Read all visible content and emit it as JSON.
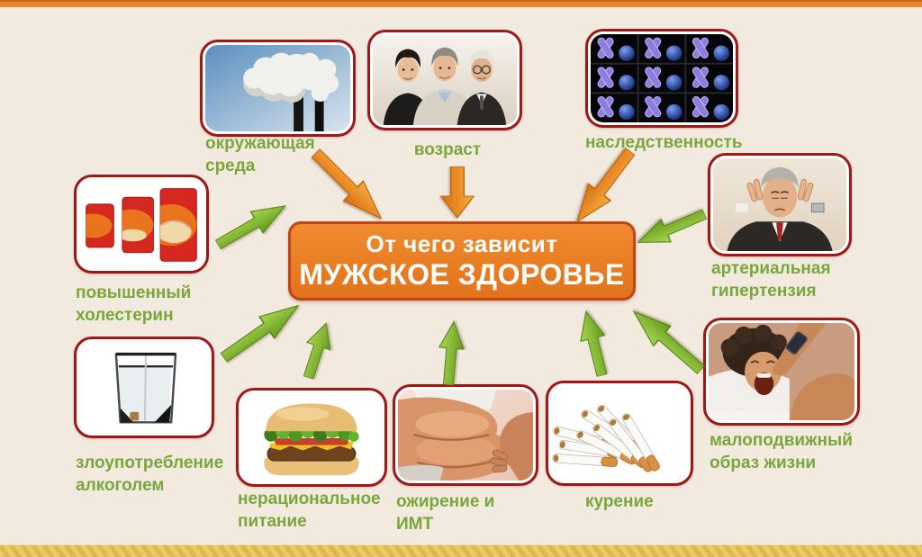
{
  "title": {
    "line1": "От чего зависит",
    "line2": "МУЖСКОЕ ЗДОРОВЬЕ"
  },
  "colors": {
    "background": "#F2EADF",
    "top_bar": "#E8872A",
    "bottom_bar": "#DDB84B",
    "label_green": "#7AA73C",
    "frame_red": "#9E1818",
    "center_box_orange": "#E8801F",
    "center_box_border": "#BF4517",
    "center_text": "#FFFFFF",
    "arrow_orange": "#EE8A1E",
    "arrow_green": "#84B832"
  },
  "factors": [
    {
      "id": "environment",
      "label": "окружающая среда",
      "image": "smokestacks-pollution-photo",
      "arrow_color": "orange"
    },
    {
      "id": "age",
      "label": "возраст",
      "image": "three-generations-men-photo",
      "arrow_color": "orange"
    },
    {
      "id": "heredity",
      "label": "наследственность",
      "image": "chromosomes-photo",
      "arrow_color": "orange"
    },
    {
      "id": "cholesterol",
      "label": "повышенный холестерин",
      "image": "artery-cross-sections-photo",
      "arrow_color": "green"
    },
    {
      "id": "hypertension",
      "label": "артериальная гипертензия",
      "image": "man-holding-temples-photo",
      "arrow_color": "green"
    },
    {
      "id": "alcohol",
      "label": "злоупотребление алкоголем",
      "image": "glass-of-alcohol-photo",
      "arrow_color": "green"
    },
    {
      "id": "nutrition",
      "label": "нерациональное питание",
      "image": "hamburger-photo",
      "arrow_color": "green"
    },
    {
      "id": "obesity",
      "label": "ожирение и ИМТ",
      "image": "overweight-belly-photo",
      "arrow_color": "green"
    },
    {
      "id": "smoking",
      "label": "курение",
      "image": "cigarettes-photo",
      "arrow_color": "green"
    },
    {
      "id": "sedentary",
      "label": "малоподвижный образ жизни",
      "image": "yawning-man-in-bed-photo",
      "arrow_color": "green"
    }
  ]
}
